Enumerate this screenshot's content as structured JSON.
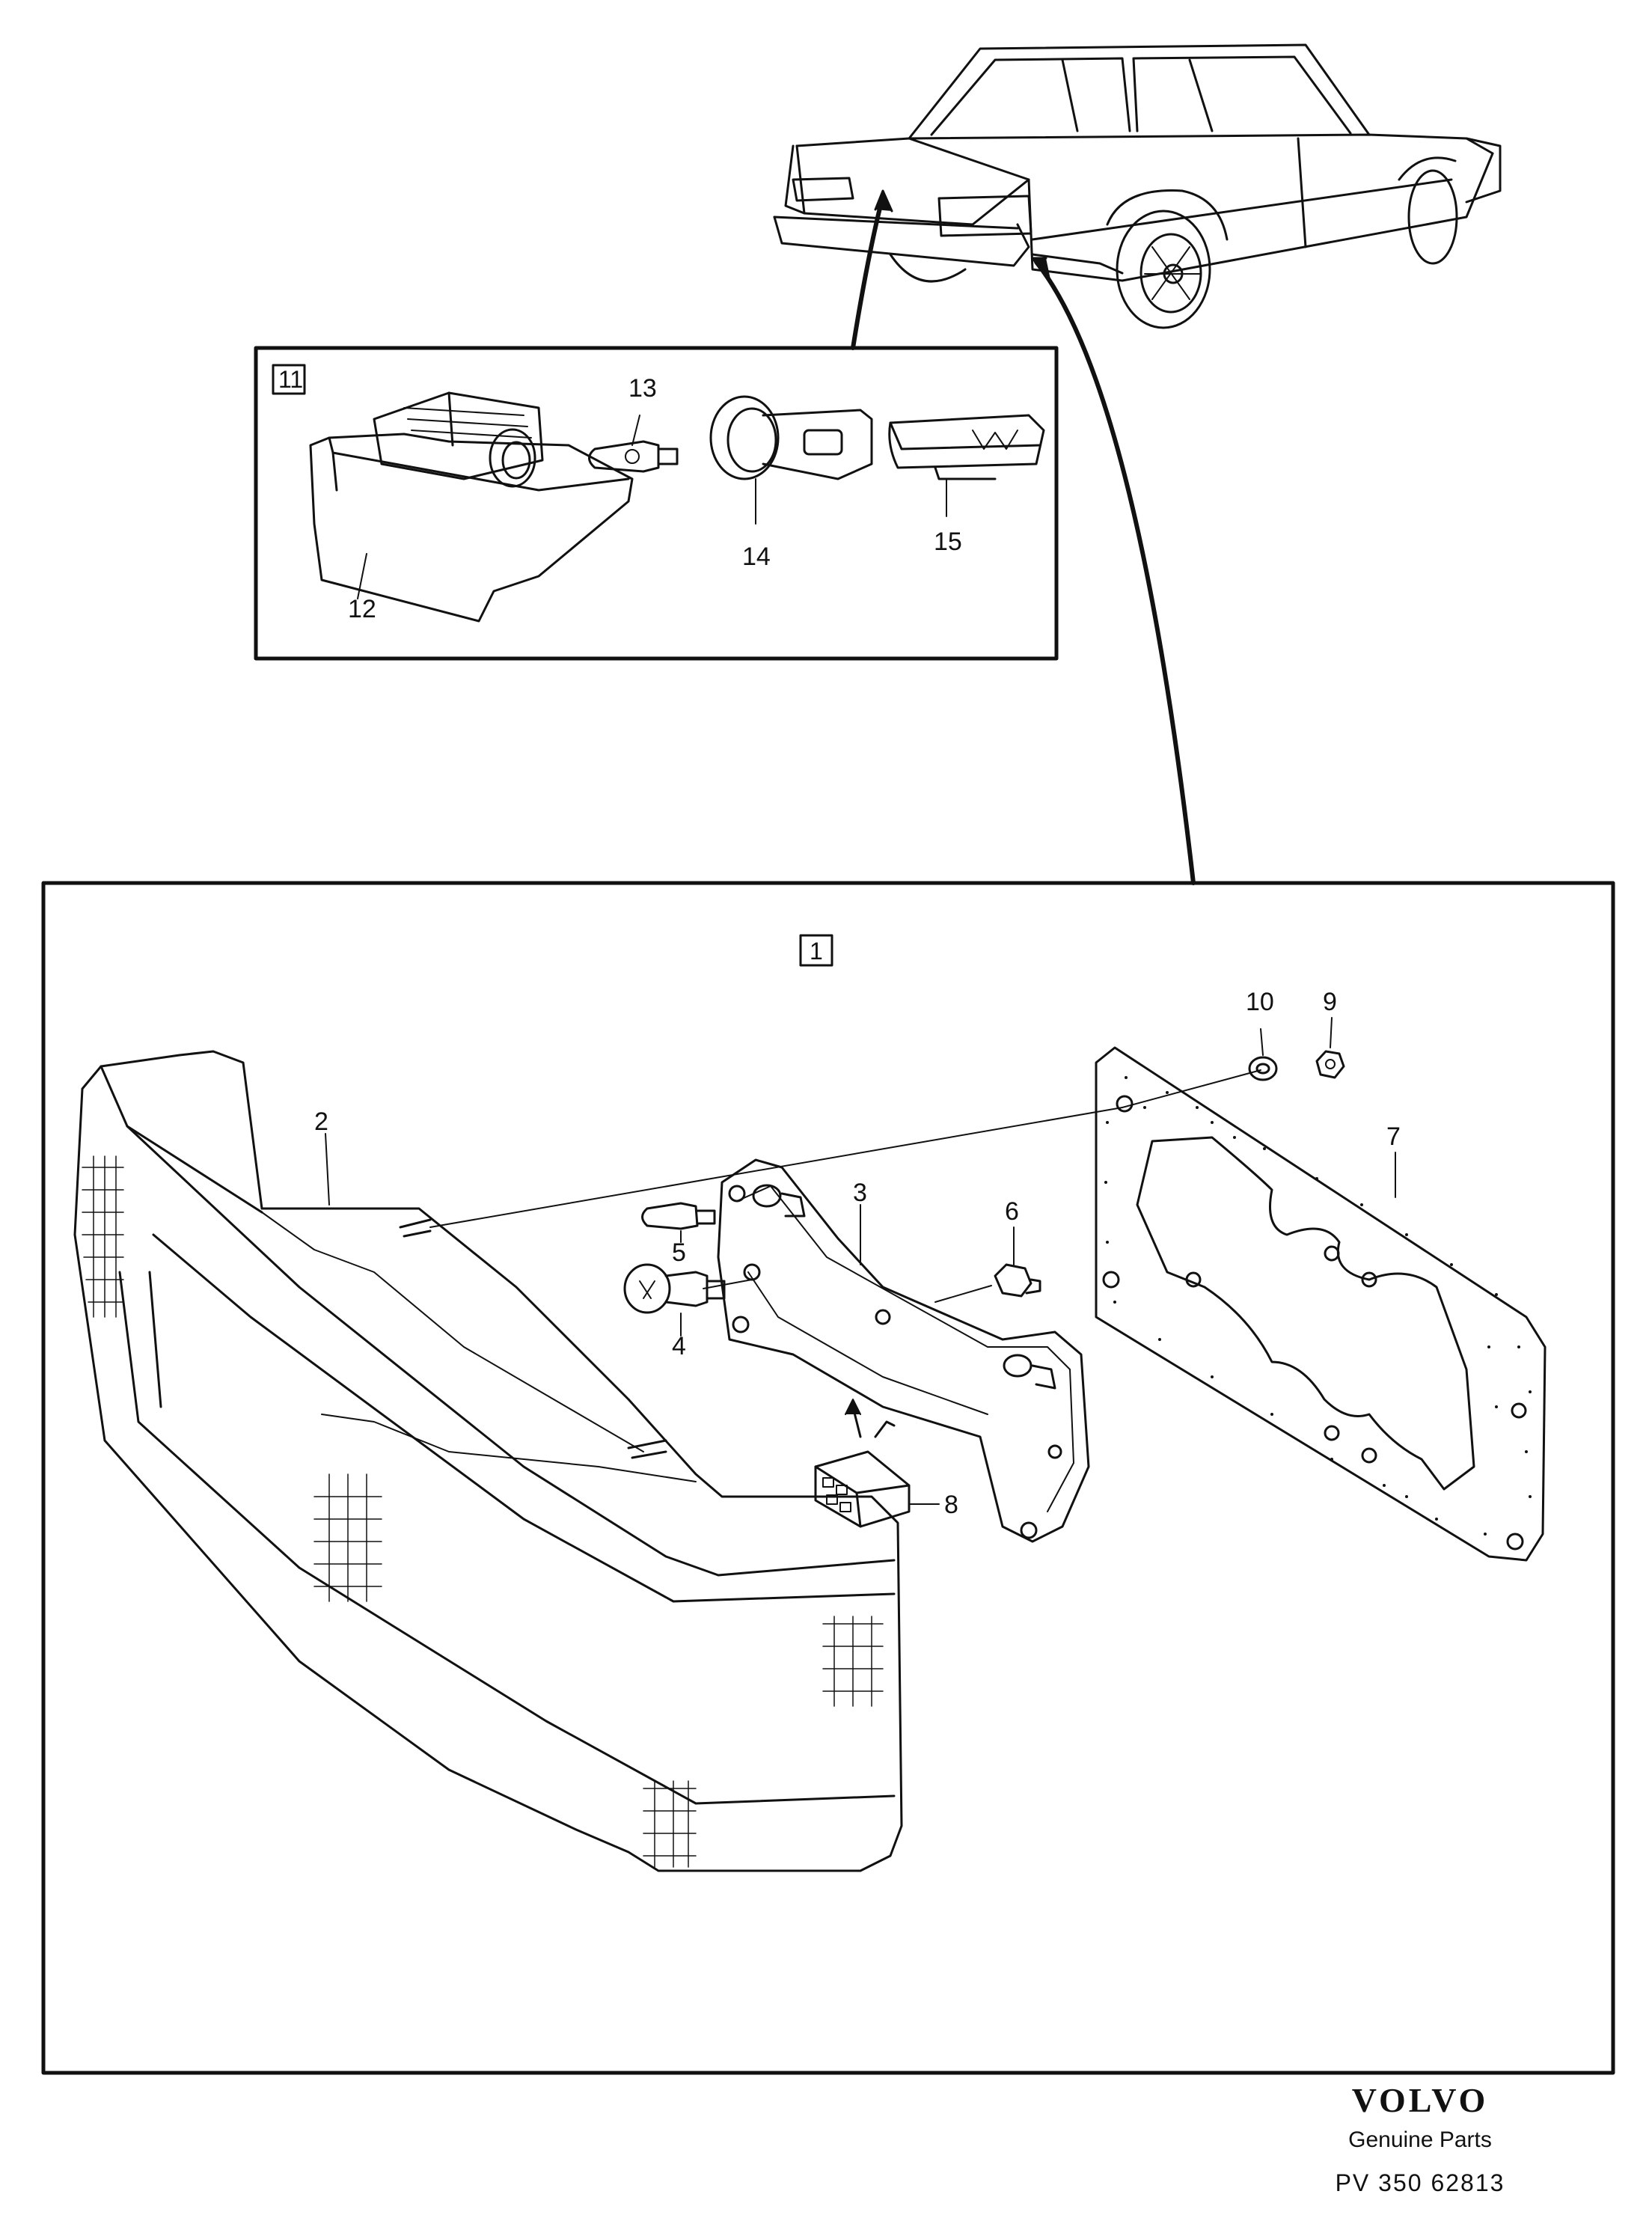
{
  "figure": {
    "inset_box_label": "11",
    "main_box_label": "1",
    "callouts": [
      "2",
      "3",
      "4",
      "5",
      "6",
      "7",
      "8",
      "9",
      "10",
      "12",
      "13",
      "14",
      "15"
    ]
  },
  "brand": {
    "logo": "VOLVO",
    "tagline": "Genuine Parts",
    "part_number": "PV 350 62813"
  },
  "colors": {
    "line": "#111111",
    "background": "#ffffff"
  }
}
